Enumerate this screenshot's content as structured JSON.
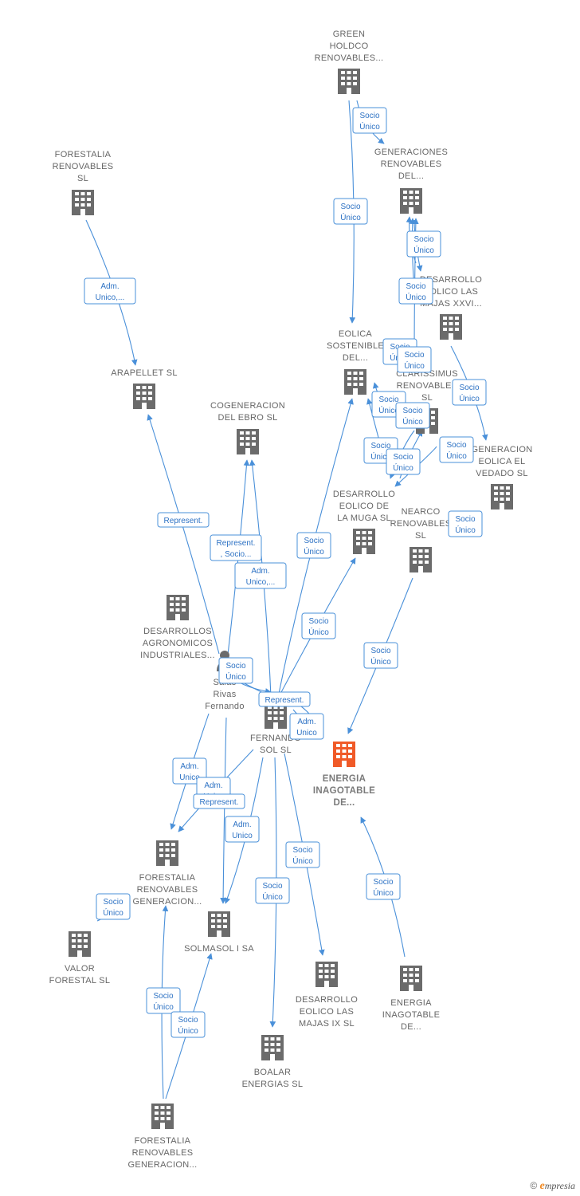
{
  "nodes": [
    {
      "id": "green",
      "lines": [
        "GREEN",
        "HOLDCO",
        "RENOVABLES..."
      ],
      "kind": "company"
    },
    {
      "id": "gen_del",
      "lines": [
        "GENERACIONES",
        "RENOVABLES",
        "DEL..."
      ],
      "kind": "company"
    },
    {
      "id": "forestalia_sl",
      "lines": [
        "FORESTALIA",
        "RENOVABLES",
        "SL"
      ],
      "kind": "company"
    },
    {
      "id": "desarrollo_xxvi",
      "lines": [
        "DESARROLLO",
        "EOLICO LAS",
        "MAJAS XXVI..."
      ],
      "kind": "company"
    },
    {
      "id": "eolica_sost",
      "lines": [
        "EOLICA",
        "SOSTENIBLE",
        "DEL..."
      ],
      "kind": "company"
    },
    {
      "id": "clarissimus",
      "lines": [
        "CLARISSIMUS",
        "RENOVABLES",
        "SL"
      ],
      "kind": "company"
    },
    {
      "id": "arapellet",
      "lines": [
        "ARAPELLET  SL"
      ],
      "kind": "company"
    },
    {
      "id": "cogeneracion",
      "lines": [
        "COGENERACION",
        "DEL EBRO  SL"
      ],
      "kind": "company"
    },
    {
      "id": "gen_vedado",
      "lines": [
        "GENERACION",
        "EOLICA EL",
        "VEDADO SL"
      ],
      "kind": "company"
    },
    {
      "id": "muga",
      "lines": [
        "DESARROLLO",
        "EOLICO DE",
        "LA MUGA SL"
      ],
      "kind": "company"
    },
    {
      "id": "nearco",
      "lines": [
        "NEARCO",
        "RENOVABLES",
        "SL"
      ],
      "kind": "company"
    },
    {
      "id": "agronomicos",
      "lines": [
        "DESARROLLOS",
        "AGRONOMICOS",
        "INDUSTRIALES..."
      ],
      "kind": "company"
    },
    {
      "id": "person",
      "lines": [
        "Salas",
        "Rivas",
        "Fernando"
      ],
      "kind": "person"
    },
    {
      "id": "fernando_sol",
      "lines": [
        "FERNANDO",
        "SOL SL"
      ],
      "kind": "company"
    },
    {
      "id": "energia_focus",
      "lines": [
        "ENERGIA",
        "INAGOTABLE",
        "DE..."
      ],
      "kind": "focus"
    },
    {
      "id": "forestalia_gen",
      "lines": [
        "FORESTALIA",
        "RENOVABLES",
        "GENERACION..."
      ],
      "kind": "company"
    },
    {
      "id": "valor",
      "lines": [
        "VALOR",
        "FORESTAL SL"
      ],
      "kind": "company"
    },
    {
      "id": "solmasol",
      "lines": [
        "SOLMASOL I SA"
      ],
      "kind": "company"
    },
    {
      "id": "majas_ix",
      "lines": [
        "DESARROLLO",
        "EOLICO LAS",
        "MAJAS IX  SL"
      ],
      "kind": "company"
    },
    {
      "id": "energia_2",
      "lines": [
        "ENERGIA",
        "INAGOTABLE",
        "DE..."
      ],
      "kind": "company"
    },
    {
      "id": "boalar",
      "lines": [
        "BOALAR",
        "ENERGIAS  SL"
      ],
      "kind": "company"
    },
    {
      "id": "forestalia_gen2",
      "lines": [
        "FORESTALIA",
        "RENOVABLES",
        "GENERACION..."
      ],
      "kind": "company"
    }
  ],
  "edges": [
    {
      "id": "e01",
      "lines": [
        "Socio",
        "Único"
      ]
    },
    {
      "id": "e02",
      "lines": [
        "Socio",
        "Único"
      ]
    },
    {
      "id": "e03",
      "lines": [
        "Adm.",
        "Unico,..."
      ]
    },
    {
      "id": "e04",
      "lines": [
        "Socio",
        "Único"
      ]
    },
    {
      "id": "e05",
      "lines": [
        "Socio",
        "Único"
      ]
    },
    {
      "id": "e06",
      "lines": [
        "Socio",
        "Único"
      ]
    },
    {
      "id": "e07",
      "lines": [
        "Socio",
        "Único"
      ]
    },
    {
      "id": "e08",
      "lines": [
        "Socio",
        "Único"
      ]
    },
    {
      "id": "e09",
      "lines": [
        "Socio",
        "Único"
      ]
    },
    {
      "id": "e10",
      "lines": [
        "Socio",
        "Único"
      ]
    },
    {
      "id": "e11",
      "lines": [
        "Socio",
        "Único"
      ]
    },
    {
      "id": "e12",
      "lines": [
        "Socio",
        "Único"
      ]
    },
    {
      "id": "e13",
      "lines": [
        "Socio",
        "Único"
      ]
    },
    {
      "id": "e14",
      "lines": [
        "Socio",
        "Único"
      ]
    },
    {
      "id": "e15",
      "lines": [
        "Represent."
      ]
    },
    {
      "id": "e16",
      "lines": [
        "Represent.",
        ", Socio..."
      ]
    },
    {
      "id": "e17",
      "lines": [
        "Socio",
        "Único"
      ]
    },
    {
      "id": "e18",
      "lines": [
        "Adm.",
        "Unico,..."
      ]
    },
    {
      "id": "e19",
      "lines": [
        "Socio",
        "Único"
      ]
    },
    {
      "id": "e20",
      "lines": [
        "Socio",
        "Único"
      ]
    },
    {
      "id": "e21",
      "lines": [
        "Socio",
        "Único"
      ]
    },
    {
      "id": "e22",
      "lines": [
        "Socio",
        "Único"
      ]
    },
    {
      "id": "e23",
      "lines": [
        "Represent."
      ]
    },
    {
      "id": "e24",
      "lines": [
        "Adm.",
        "Unico"
      ]
    },
    {
      "id": "e25",
      "lines": [
        "Adm.",
        "Unico"
      ]
    },
    {
      "id": "e26",
      "lines": [
        "Adm.",
        "Unico"
      ]
    },
    {
      "id": "e27",
      "lines": [
        "Represent."
      ]
    },
    {
      "id": "e28",
      "lines": [
        "Adm.",
        "Unico"
      ]
    },
    {
      "id": "e29",
      "lines": [
        "Socio",
        "Único"
      ]
    },
    {
      "id": "e30",
      "lines": [
        "Socio",
        "Único"
      ]
    },
    {
      "id": "e31",
      "lines": [
        "Socio",
        "Único"
      ]
    },
    {
      "id": "e32",
      "lines": [
        "Socio",
        "Único"
      ]
    },
    {
      "id": "e33",
      "lines": [
        "Socio",
        "Único"
      ]
    },
    {
      "id": "e34",
      "lines": [
        "Socio",
        "Único"
      ]
    }
  ],
  "footer": {
    "copyright": "©",
    "brand_initial": "e",
    "brand_rest": "mpresia"
  },
  "colors": {
    "edge": "#4a90d9",
    "building": "#6b6b6b",
    "focus": "#f05a28",
    "label": "#666666"
  }
}
